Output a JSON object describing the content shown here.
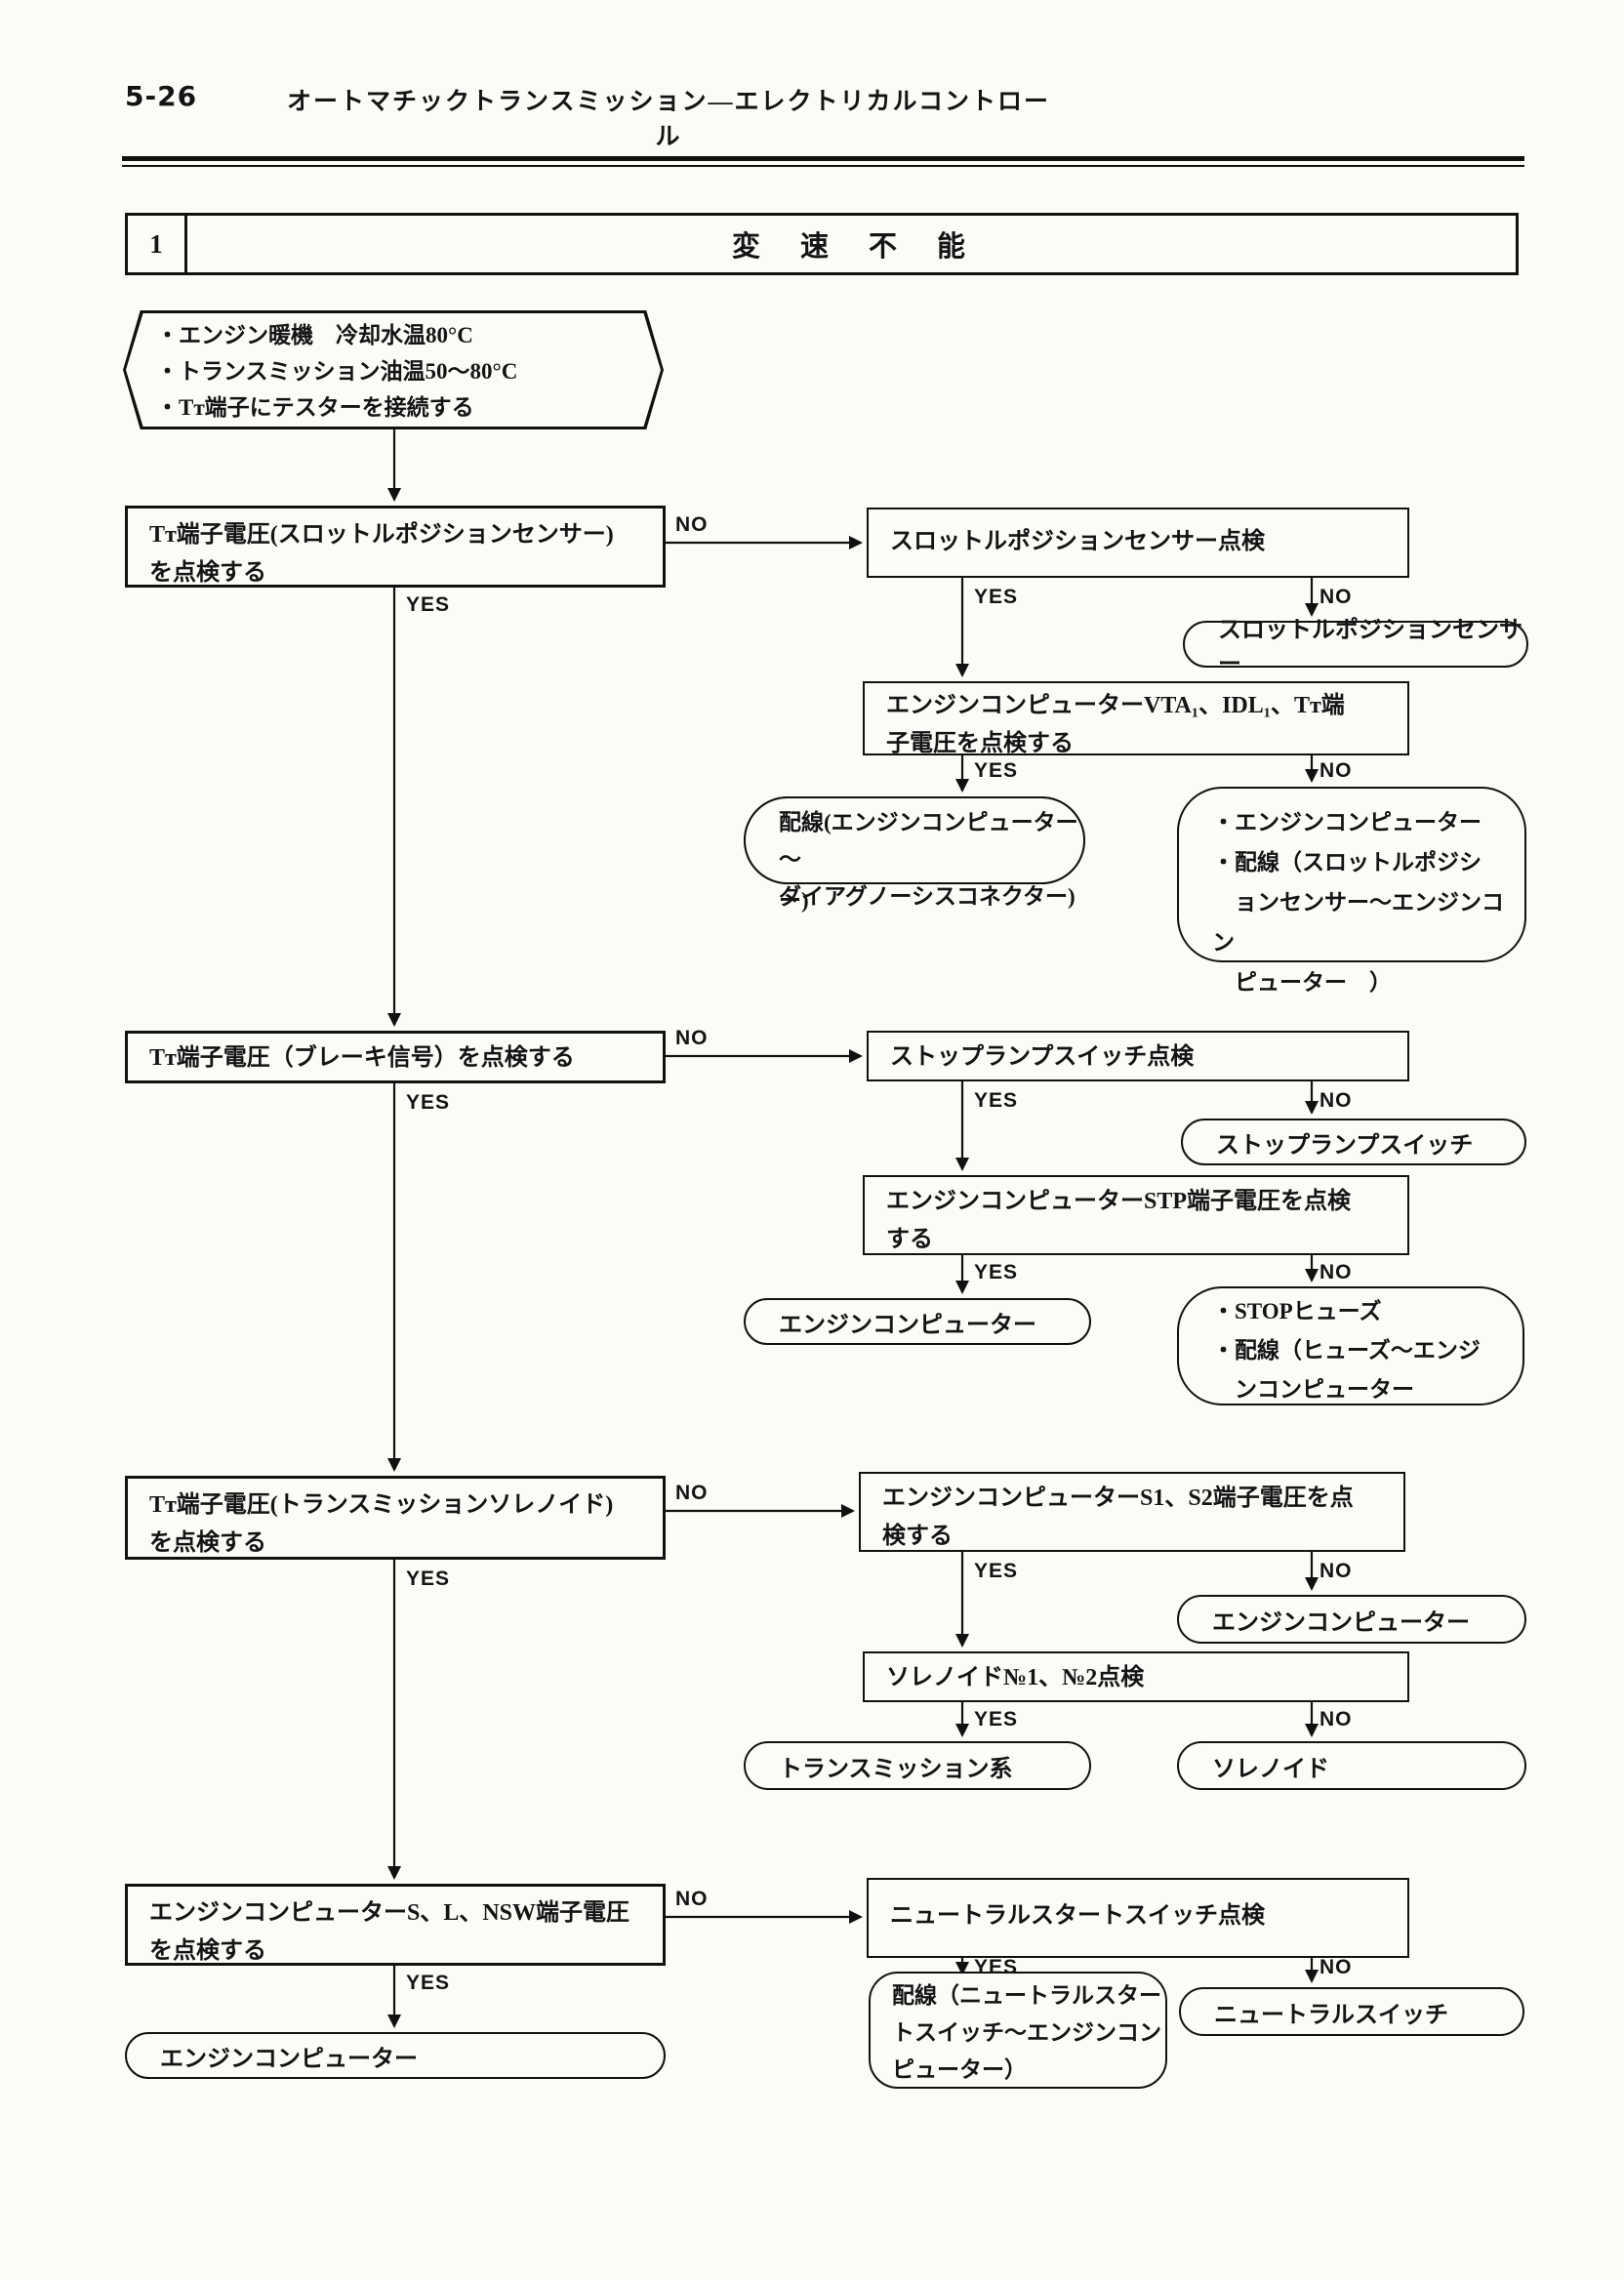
{
  "page": {
    "number": "5-26",
    "header_title": "オートマチックトランスミッション―エレクトリカルコントロール"
  },
  "section": {
    "number": "1",
    "title": "変　速　不　能"
  },
  "labels": {
    "yes": "YES",
    "no": "NO"
  },
  "nodes": {
    "start": {
      "text": "・エンジン暖機　冷却水温80°C\n・トランスミッション油温50～80°C\n・Tᴛ端子にテスターを接続する"
    },
    "check_tps_tt": {
      "text": "Tᴛ端子電圧(スロットルポジションセンサー)\nを点検する"
    },
    "tps_inspect": {
      "text": "スロットルポジションセンサー点検"
    },
    "tps": {
      "text": "スロットルポジションセンサー"
    },
    "ecu_vta_idl": {
      "text": "エンジンコンピューターVTA₁、IDL₁、Tᴛ端\n子電圧を点検する"
    },
    "wiring_ecu_diag": {
      "text": "配線(エンジンコンピューター～\nダイアグノーシスコネクター)"
    },
    "ecu_or_wiring_tps": {
      "text": "・エンジンコンピューター\n・配線（スロットルポジシ\n　ョンセンサー～エンジンコン\n　ピューター　）"
    },
    "check_brake_tt": {
      "text": "Tᴛ端子電圧（ブレーキ信号）を点検する"
    },
    "stop_lamp_inspect": {
      "text": "ストップランプスイッチ点検"
    },
    "stop_lamp_switch": {
      "text": "ストップランプスイッチ"
    },
    "ecu_stp": {
      "text": "エンジンコンピューターSTP端子電圧を点検\nする"
    },
    "ecu_result_1": {
      "text": "エンジンコンピューター"
    },
    "stop_fuse_wiring": {
      "text": "・STOPヒューズ\n・配線（ヒューズ～エンジ\n　ンコンピューター"
    },
    "check_solenoid_tt": {
      "text": "Tᴛ端子電圧(トランスミッションソレノイド)\nを点検する"
    },
    "ecu_s1_s2": {
      "text": "エンジンコンピューターS1、S2端子電圧を点\n検する"
    },
    "ecu_result_2": {
      "text": "エンジンコンピューター"
    },
    "solenoid_inspect": {
      "text": "ソレノイド№1、№2点検"
    },
    "transmission_system": {
      "text": "トランスミッション系"
    },
    "solenoid": {
      "text": "ソレノイド"
    },
    "check_ecu_s_l_nsw": {
      "text": "エンジンコンピューターS、L、NSW端子電圧\nを点検する"
    },
    "neutral_start_inspect": {
      "text": "ニュートラルスタートスイッチ点検"
    },
    "ecu_result_3": {
      "text": "エンジンコンピューター"
    },
    "wiring_neutral_ecu": {
      "text": "配線（ニュートラルスター\nトスイッチ～エンジンコン\nピューター）"
    },
    "neutral_switch": {
      "text": "ニュートラルスイッチ"
    }
  }
}
